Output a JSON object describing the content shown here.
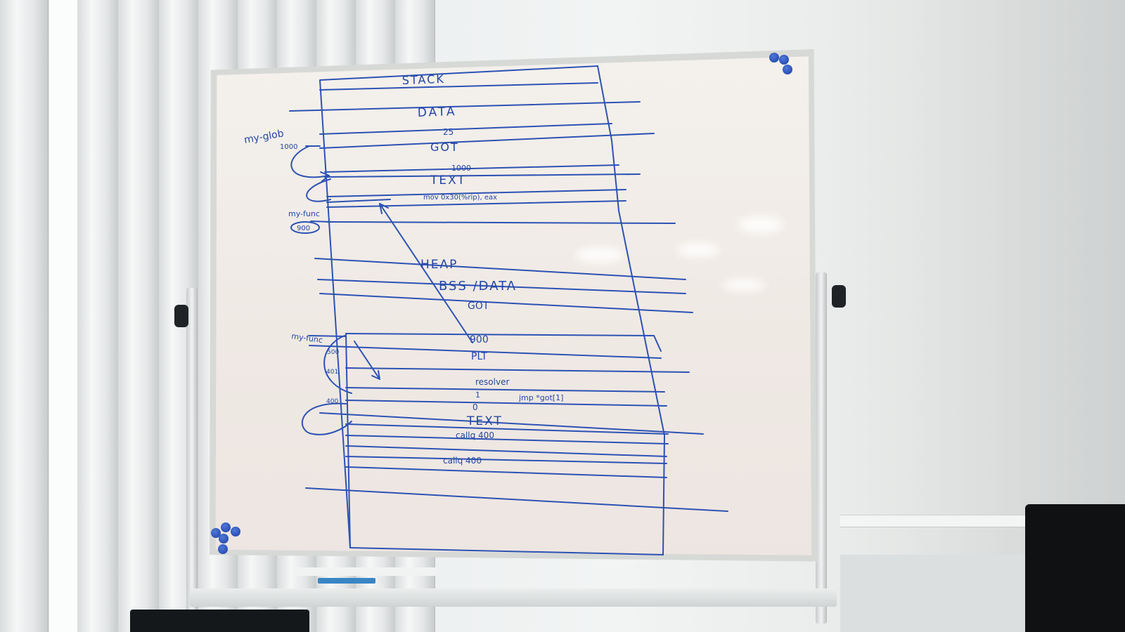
{
  "scene": {
    "ink_color": "#2446a6",
    "magnet_color": "#2a4fc4",
    "board_color": "#f2eee9",
    "frame_color": "#d4d6d4"
  },
  "diagram": {
    "upper_memory_map": {
      "stack": "STACK",
      "data": "DATA",
      "data_value": "25",
      "got": "GOT",
      "got_value": "1000",
      "text": "TEXT",
      "mov_instruction": "mov  0x30(%rip), eax",
      "glob_symbol": "my-glob",
      "glob_address": "1000",
      "func_symbol": "my-func",
      "func_address": "900"
    },
    "lower_memory_map": {
      "heap": "HEAP",
      "bss_data": "BSS /DATA",
      "got": "GOT",
      "got_value": "900",
      "plt": "PLT",
      "resolver": "resolver",
      "one": "1",
      "jmp_instruction": "jmp *got[1]",
      "zero": "0",
      "text": "TEXT",
      "callq_1": "callq  400",
      "callq_2": "callq  400",
      "func_symbol": "my-func",
      "addr_500": "500",
      "addr_401": "401",
      "addr_400": "400"
    }
  }
}
